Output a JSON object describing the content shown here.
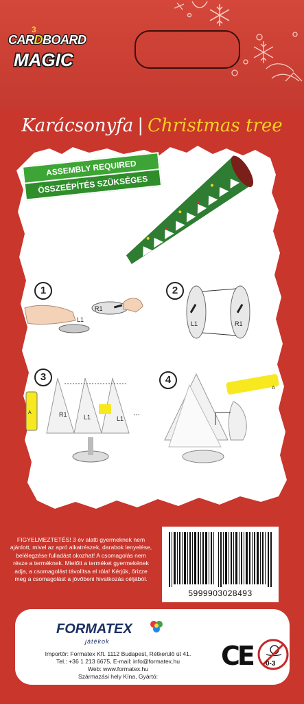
{
  "brand_logo": {
    "line1_a": "CAR",
    "line1_sup": "3",
    "line1_b": "D",
    "line1_c": "BOARD",
    "line2": "MAGIC"
  },
  "title": {
    "hungarian": "Karácsonyfa",
    "separator": "|",
    "english": "Christmas tree"
  },
  "banner": {
    "en": "ASSEMBLY REQUIRED",
    "hu": "ÖSSZEÉPÍTÉS SZÜKSÉGES"
  },
  "steps": [
    {
      "number": "1",
      "labels": [
        "L1",
        "R1"
      ]
    },
    {
      "number": "2",
      "labels": [
        "L1",
        "R1"
      ]
    },
    {
      "number": "3",
      "labels": [
        "A",
        "R1",
        "L1",
        "L1",
        "..."
      ]
    },
    {
      "number": "4",
      "labels": [
        "A"
      ]
    }
  ],
  "warning_text": "FIGYELMEZTETÉS! 3 év alatti gyermeknek nem ajánlott, mivel az apró alkatrészek, darabok lenyelése, belélegzése fulladást okozhat! A csomagolás nem része a terméknek. Mielőtt a terméket gyermekének adja, a csomagolást távolítsa el róla! Kérjük, őrizze meg a csomagolást a jövőbeni hivatkozás céljából.",
  "barcode": {
    "number": "5999903028493"
  },
  "footer": {
    "brand_name": "FORMATEX",
    "brand_sub": "játékok",
    "importer_line1": "Importőr: Formatex Kft. 1112 Budapest, Rétkerülő út 41.",
    "importer_line2": "Tel.: +36 1 213 6675, E-mail: info@formatex.hu",
    "importer_line3": "Web: www.formatex.hu",
    "importer_line4": "Származási hely Kína, Gyártó:",
    "ce_mark": "CE",
    "age_label": "0-3"
  },
  "colors": {
    "background": "#c8362c",
    "accent_yellow": "#f7d21f",
    "banner_green": "#3da535",
    "brand_navy": "#1b2f63"
  }
}
